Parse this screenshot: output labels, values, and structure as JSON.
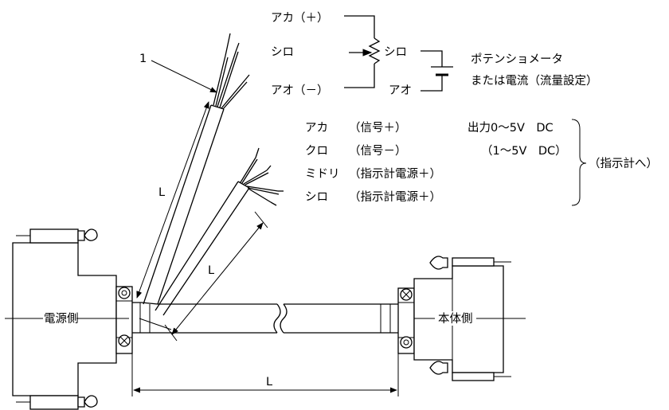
{
  "potentiometer": {
    "wire_red": "アカ（＋）",
    "wire_white_left": "シロ",
    "wire_white_right": "シロ",
    "wire_blue_left": "アオ（－）",
    "wire_blue_right": "アオ",
    "device_line1": "ポテンショメータ",
    "device_line2": "または電流（流量設定）"
  },
  "indicator": {
    "wires": [
      {
        "color": "アカ",
        "signal": "（信号＋）"
      },
      {
        "color": "クロ",
        "signal": "（信号－）"
      },
      {
        "color": "ミドリ",
        "signal": "（指示計電源＋）"
      },
      {
        "color": "シロ",
        "signal": "（指示計電源＋）"
      }
    ],
    "output_line1": "出力0～5V　DC",
    "output_line2": "（1～5V　DC）",
    "destination": "（指示計へ）"
  },
  "callout_number": "1",
  "dimensions": {
    "cable_upper_length": "L",
    "cable_lower_length": "L",
    "cable_main_length": "L"
  },
  "connectors": {
    "left": "電源側",
    "right": "本体側"
  }
}
